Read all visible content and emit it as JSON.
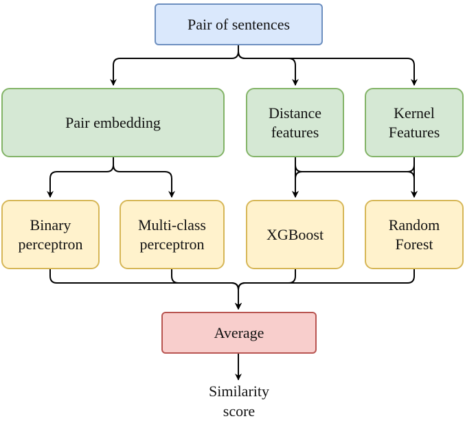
{
  "nodes": {
    "input": "Pair of sentences",
    "pair_embedding": "Pair embedding",
    "distance_features": "Distance\nfeatures",
    "kernel_features": "Kernel\nFeatures",
    "binary_perceptron": "Binary\nperceptron",
    "multiclass_perceptron": "Multi-class\nperceptron",
    "xgboost": "XGBoost",
    "random_forest": "Random\nForest",
    "average": "Average",
    "output": "Similarity\nscore"
  },
  "colors": {
    "input_fill": "#dae8fc",
    "input_border": "#6c8ebf",
    "feature_fill": "#d5e8d4",
    "feature_border": "#82b366",
    "model_fill": "#fff2cc",
    "model_border": "#d6b656",
    "average_fill": "#f8cecc",
    "average_border": "#b85450",
    "edge": "#000000"
  }
}
